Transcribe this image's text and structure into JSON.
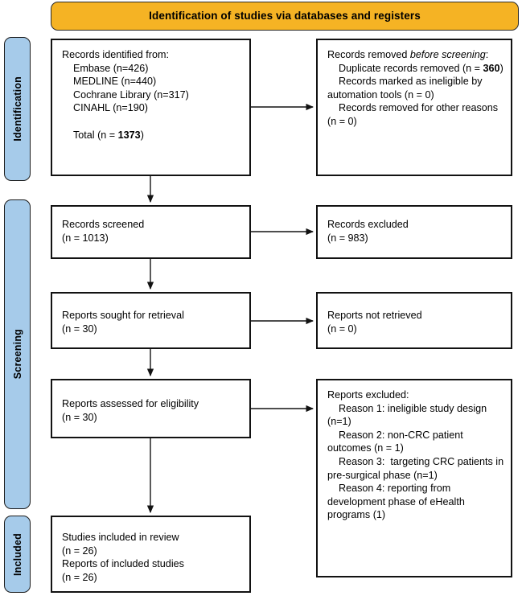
{
  "banner": {
    "title": "Identification of studies via databases and registers",
    "color": "#F5B324"
  },
  "phases": [
    {
      "id": "identification",
      "label": "Identification",
      "color": "#A6CBEA"
    },
    {
      "id": "screening",
      "label": "Screening",
      "color": "#A6CBEA"
    },
    {
      "id": "included",
      "label": "Included",
      "color": "#A6CBEA"
    }
  ],
  "boxes": {
    "identified": {
      "name": "Records identified from",
      "heading": "Records identified from:",
      "sources": [
        {
          "label": "Embase",
          "n": "426",
          "text": "Embase (n=426)"
        },
        {
          "label": "MEDLINE",
          "n": "440",
          "text": "MEDLINE (n=440)"
        },
        {
          "label": "Cochrane Library",
          "n": "317",
          "text": "Cochrane Library (n=317)"
        },
        {
          "label": "CINAHL",
          "n": "190",
          "text": "CINAHL (n=190)"
        }
      ],
      "total_prefix": "Total (n = ",
      "total_value": "1373",
      "total_suffix": ")"
    },
    "removed": {
      "heading_plain": "Records removed ",
      "heading_italic": "before screening",
      "heading_suffix": ":",
      "items": [
        {
          "text_prefix": "Duplicate records removed (n = ",
          "value": "360",
          "text_suffix": ")"
        },
        {
          "text": "Records marked as ineligible by automation tools (n = 0)"
        },
        {
          "text": "Records removed for other reasons (n = 0)"
        }
      ]
    },
    "screened": {
      "line1": "Records screened",
      "line2": "(n = 1013)",
      "count": "1013"
    },
    "excluded": {
      "line1": "Records excluded",
      "line2": "(n = 983)",
      "count": "983"
    },
    "sought": {
      "line1": "Reports sought for retrieval",
      "line2": "(n = 30)",
      "count": "30"
    },
    "not_retrieved": {
      "line1": "Reports not retrieved",
      "line2": "(n = 0)",
      "count": "0"
    },
    "assessed": {
      "line1": "Reports assessed for eligibility",
      "line2": "(n = 30)",
      "count": "30"
    },
    "reports_excluded": {
      "heading": "Reports excluded:",
      "reasons": [
        "Reason 1: ineligible study design (n=1)",
        "Reason 2: non-CRC patient outcomes (n = 1)",
        "Reason 3:  targeting CRC patients in pre-surgical phase (n=1)",
        "Reason 4: reporting from development phase of eHealth programs (1)"
      ]
    },
    "included": {
      "line1": "Studies included in review",
      "line2": "(n = 26)",
      "line3": "Reports of included studies",
      "line4": "(n = 26)",
      "studies_count": "26",
      "reports_count": "26"
    }
  }
}
